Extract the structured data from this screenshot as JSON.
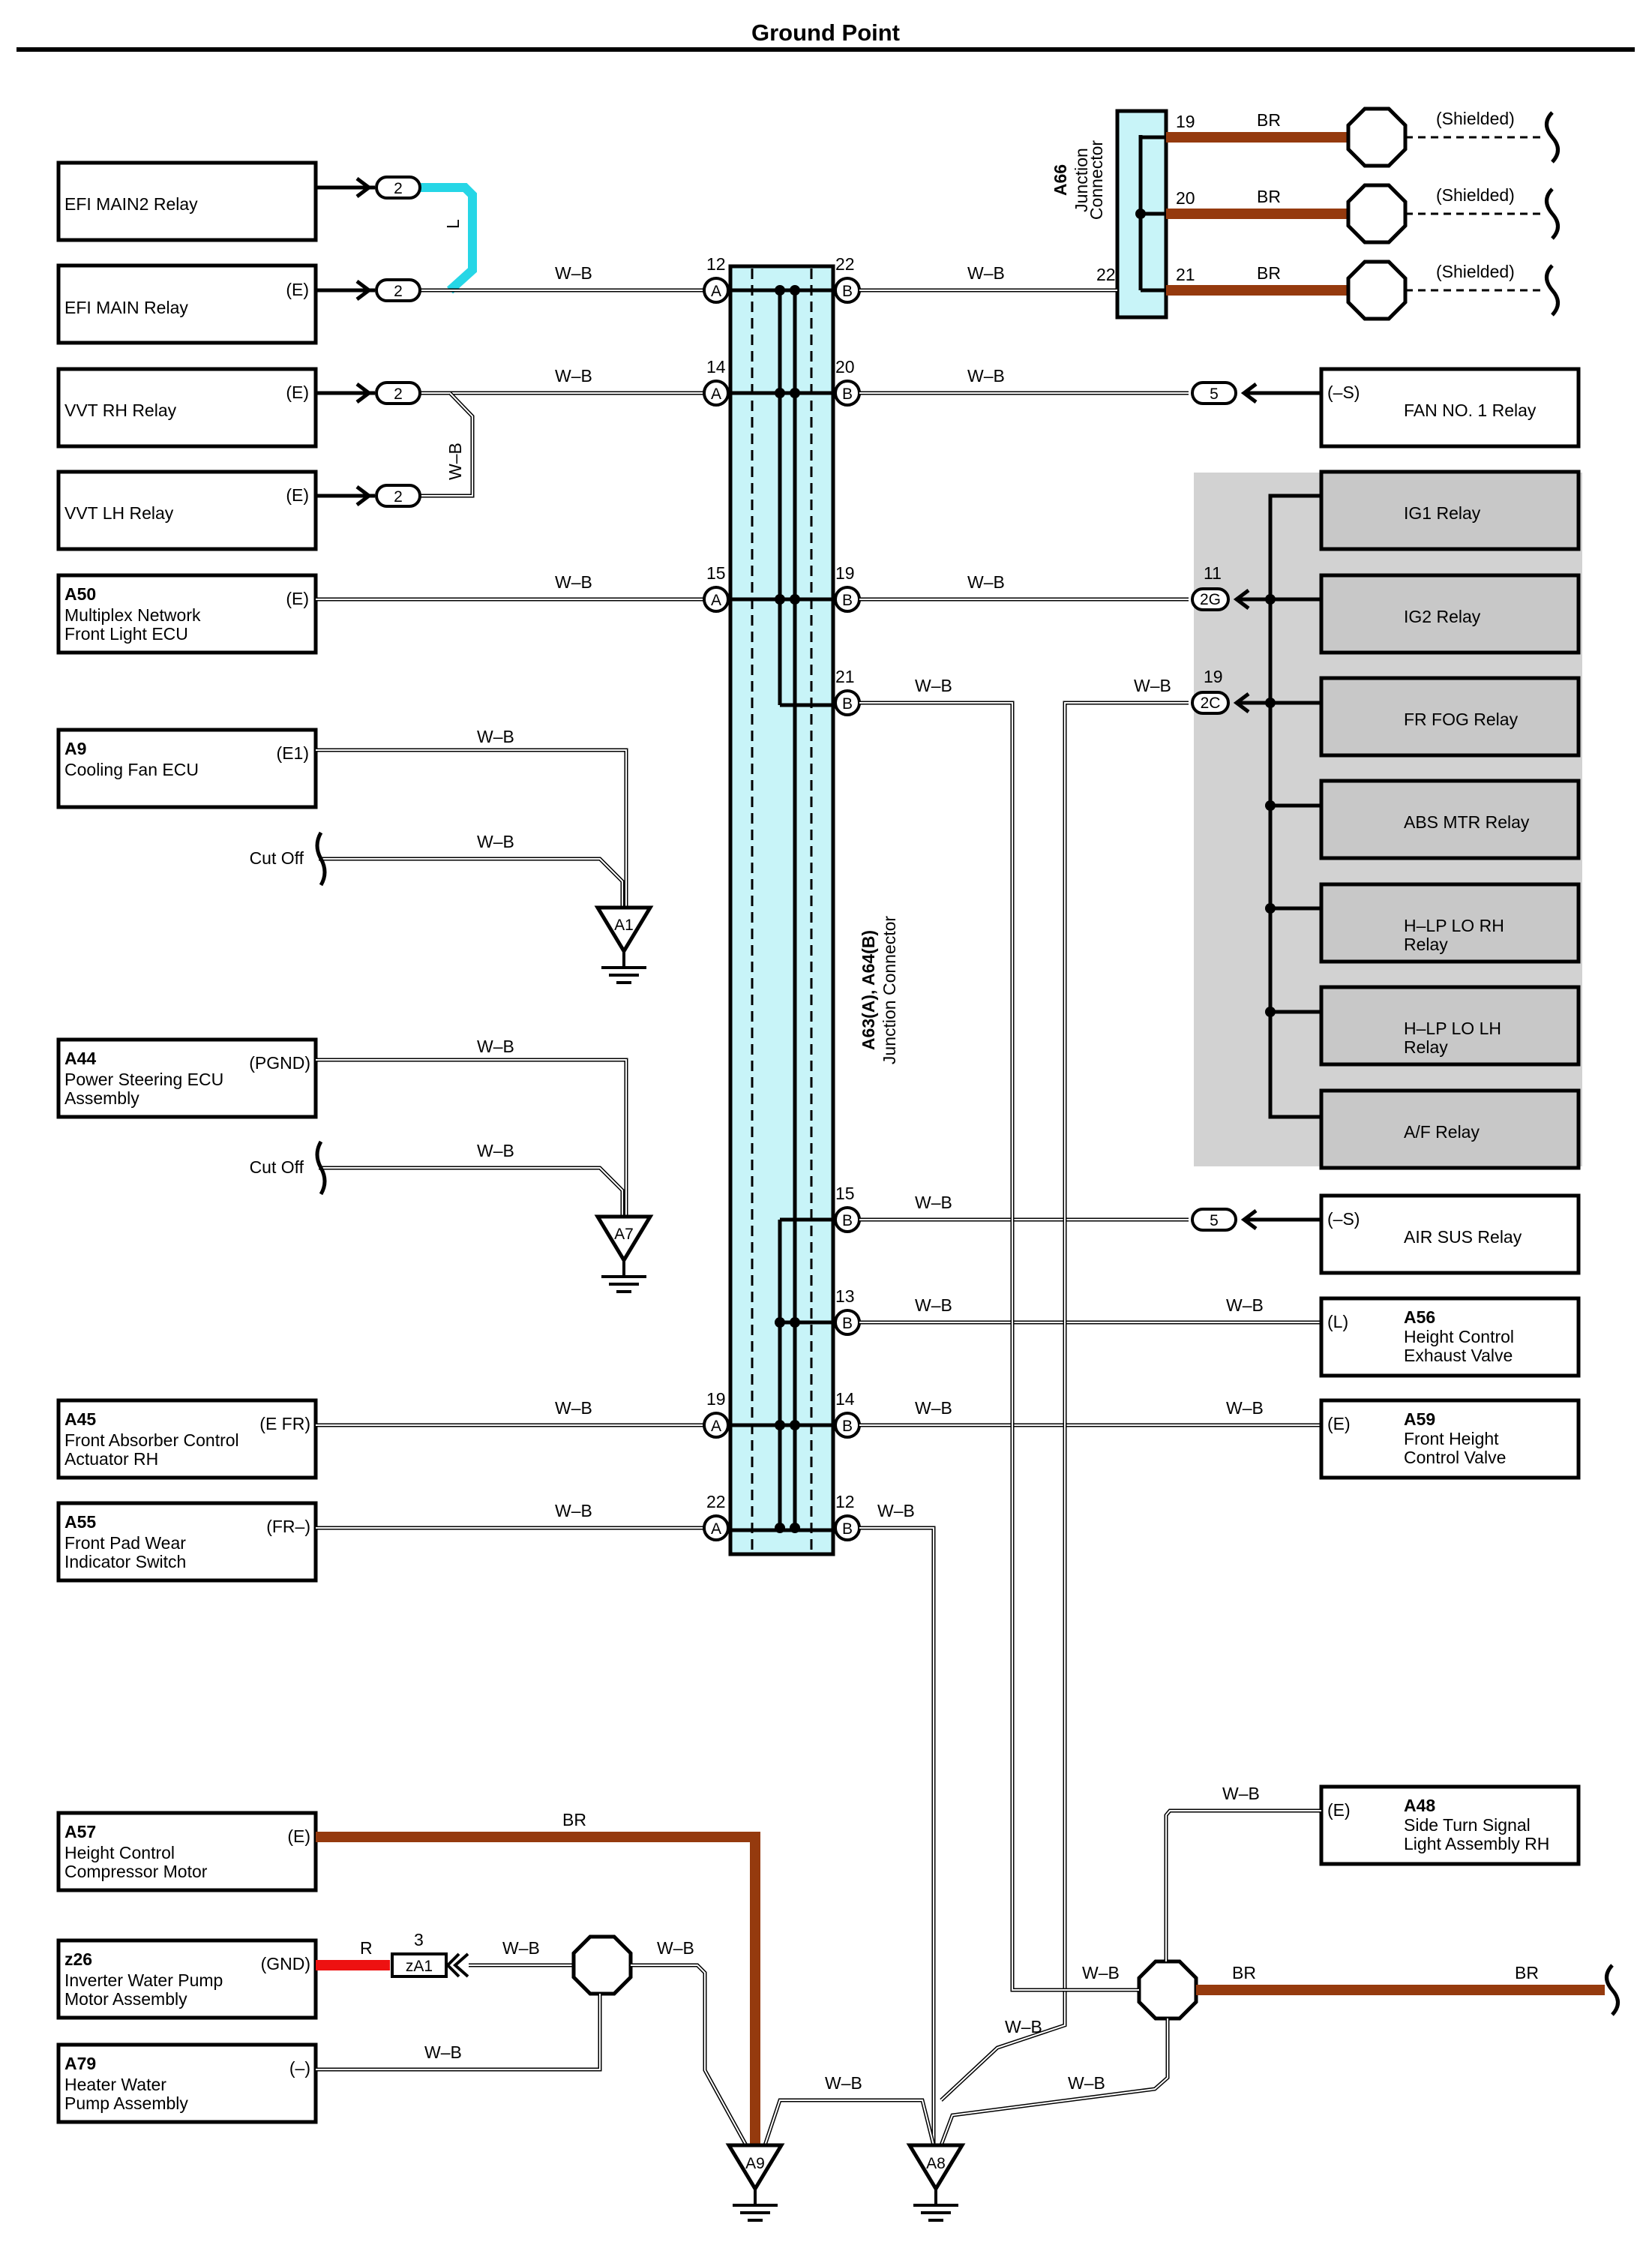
{
  "title": "Ground Point",
  "colors": {
    "brown": "#953a0e",
    "light_blue": "#26d6e6",
    "red": "#ee1111",
    "junction_fill": "#c8f4f8",
    "gray_panel": "#c8c8c8"
  },
  "wire_labels": {
    "wb": "W–B",
    "br": "BR",
    "l": "L",
    "r": "R",
    "shielded": "(Shielded)",
    "cut_off": "Cut Off"
  },
  "junction_main": {
    "label_code": "A63(A), A64(B)",
    "label_name": "Junction Connector"
  },
  "junction_top": {
    "code": "A66",
    "name_line1": "Junction",
    "name_line2": "Connector",
    "pin_in": "22",
    "pins": [
      "19",
      "20",
      "21"
    ]
  },
  "components_left": [
    {
      "code": "",
      "name1": "EFI MAIN2 Relay",
      "name2": "",
      "name3": "",
      "pin": "",
      "conn": "2"
    },
    {
      "code": "",
      "name1": "EFI MAIN Relay",
      "name2": "",
      "name3": "",
      "pin": "(E)",
      "conn": "2"
    },
    {
      "code": "",
      "name1": "VVT RH Relay",
      "name2": "",
      "name3": "",
      "pin": "(E)",
      "conn": "2"
    },
    {
      "code": "",
      "name1": "VVT LH Relay",
      "name2": "",
      "name3": "",
      "pin": "(E)",
      "conn": "2"
    },
    {
      "code": "A50",
      "name1": "Multiplex Network",
      "name2": "Front Light ECU",
      "name3": "",
      "pin": "(E)"
    },
    {
      "code": "A9",
      "name1": "Cooling Fan ECU",
      "name2": "",
      "name3": "",
      "pin": "(E1)"
    },
    {
      "code": "A44",
      "name1": "Power Steering ECU",
      "name2": "Assembly",
      "name3": "",
      "pin": "(PGND)"
    },
    {
      "code": "A45",
      "name1": "Front Absorber Control",
      "name2": "Actuator RH",
      "name3": "",
      "pin": "(E FR)"
    },
    {
      "code": "A55",
      "name1": "Front Pad Wear",
      "name2": "Indicator Switch",
      "name3": "",
      "pin": "(FR–)"
    },
    {
      "code": "A57",
      "name1": "Height Control",
      "name2": "Compressor Motor",
      "name3": "",
      "pin": "(E)"
    },
    {
      "code": "z26",
      "name1": "Inverter Water Pump",
      "name2": "Motor Assembly",
      "name3": "",
      "pin": "(GND)"
    },
    {
      "code": "A79",
      "name1": "Heater Water",
      "name2": "Pump Assembly",
      "name3": "",
      "pin": "(–)"
    }
  ],
  "components_right": [
    {
      "code": "",
      "name1": "FAN NO. 1 Relay",
      "name2": "",
      "pin": "(–S)",
      "conn": "5"
    },
    {
      "code": "",
      "name1": "AIR SUS Relay",
      "name2": "",
      "pin": "(–S)",
      "conn": "5"
    },
    {
      "code": "A56",
      "name1": "Height Control",
      "name2": "Exhaust Valve",
      "pin": "(L)"
    },
    {
      "code": "A59",
      "name1": "Front Height",
      "name2": "Control Valve",
      "pin": "(E)"
    },
    {
      "code": "A48",
      "name1": "Side Turn Signal",
      "name2": "Light Assembly RH",
      "pin": "(E)"
    }
  ],
  "relay_block": {
    "relays": [
      {
        "name1": "IG1 Relay",
        "name2": ""
      },
      {
        "name1": "IG2 Relay",
        "name2": ""
      },
      {
        "name1": "FR FOG Relay",
        "name2": ""
      },
      {
        "name1": "ABS MTR Relay",
        "name2": ""
      },
      {
        "name1": "H–LP LO RH",
        "name2": "Relay"
      },
      {
        "name1": "H–LP LO LH",
        "name2": "Relay"
      },
      {
        "name1": "A/F Relay",
        "name2": ""
      }
    ],
    "conn_2g": "2G",
    "conn_2g_pin": "11",
    "conn_2c": "2C",
    "conn_2c_pin": "19"
  },
  "pins_a": [
    "12",
    "14",
    "15",
    "19",
    "22"
  ],
  "pins_b": [
    "22",
    "20",
    "19",
    "21",
    "15",
    "13",
    "14",
    "12"
  ],
  "letters": {
    "a": "A",
    "b": "B"
  },
  "grounds": [
    "A1",
    "A7",
    "A9",
    "A8"
  ],
  "za1": {
    "label": "zA1",
    "pin": "3"
  }
}
